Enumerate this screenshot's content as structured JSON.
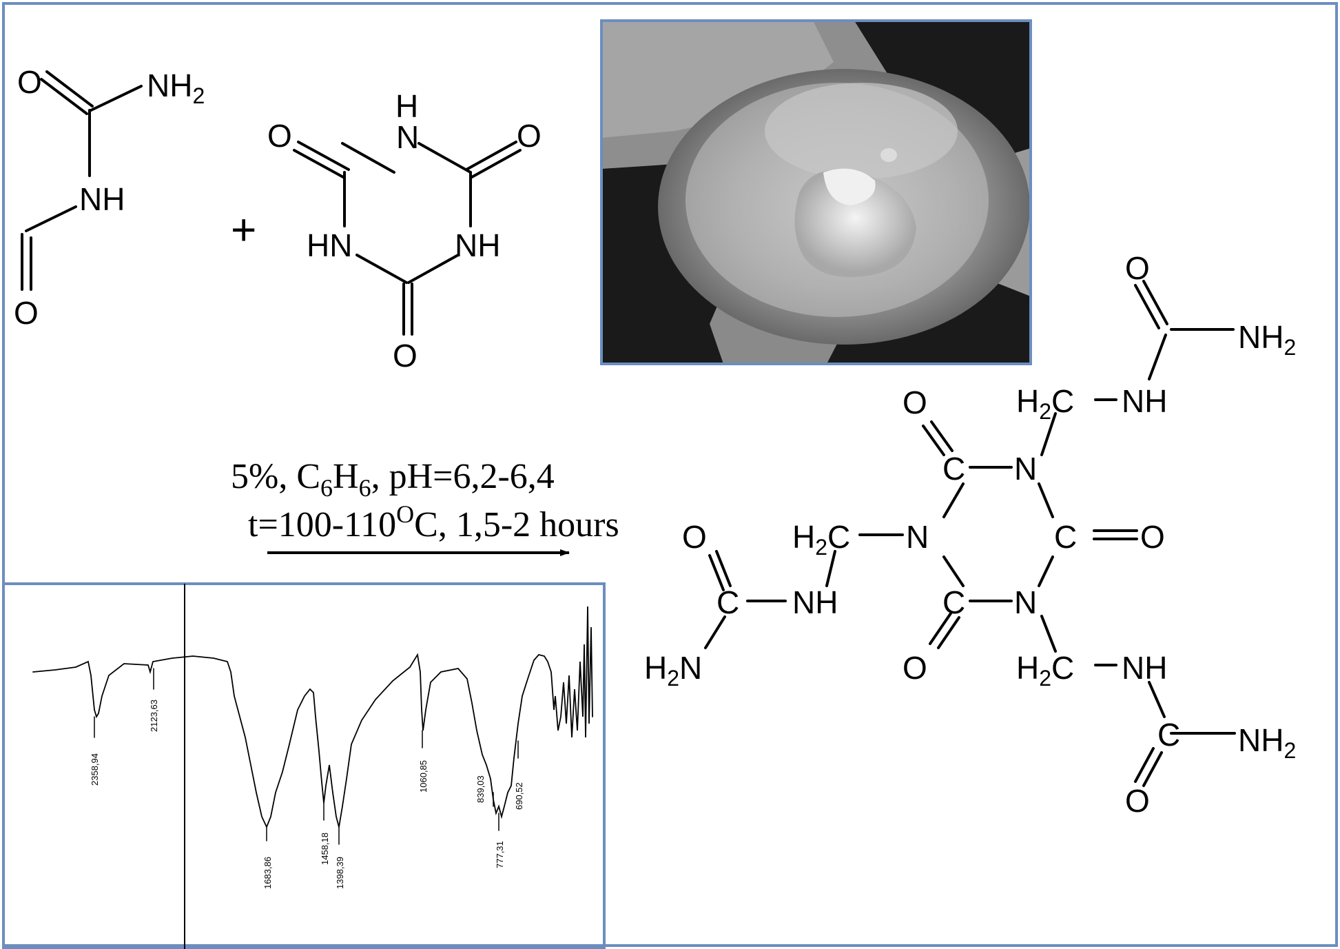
{
  "conditions": {
    "line1_a": "5%, C",
    "line1_sub1": "6",
    "line1_b": "H",
    "line1_sub2": "6",
    "line1_c": ", pH=6,2-6,4",
    "line2_a": "t=100-110",
    "line2_sup": "O",
    "line2_b": "C, 1,5-2 hours"
  },
  "reactant1": {
    "O_top": "O",
    "NH2": "NH",
    "NH2_sub": "2",
    "NH": "NH",
    "O_bottom": "O"
  },
  "plus": "+",
  "reactant2": {
    "H": "H",
    "N_top": "N",
    "O_left": "O",
    "O_right": "O",
    "HN": "HN",
    "NH": "NH",
    "O_bottom": "O"
  },
  "product": {
    "O_t1": "O",
    "NH2_t": "NH",
    "NH2_t_sub": "2",
    "H2C_t": "H",
    "H2C_t_sub": "2",
    "H2C_t_c": "C",
    "NH_t": "NH",
    "O_ring_top": "O",
    "C_ring_top": "C",
    "N_ring_top": "N",
    "H2C_m": "H",
    "H2C_m_sub": "2",
    "H2C_m_c": "C",
    "N_ring_left": "N",
    "C_ring_right": "C",
    "O_ring_right": "O",
    "O_left": "O",
    "C_left": "C",
    "NH_left": "NH",
    "C_ring_bottom": "C",
    "N_ring_bottom": "N",
    "H2N_left": "H",
    "H2N_left_sub": "2",
    "H2N_left_n": "N",
    "O_ring_bottom": "O",
    "H2C_b": "H",
    "H2C_b_sub": "2",
    "H2C_b_c": "C",
    "NH_b": "NH",
    "C_b": "C",
    "NH2_b": "NH",
    "NH2_b_sub": "2",
    "O_b": "O"
  },
  "ir_spectrum": {
    "peaks": [
      {
        "label": "2358,94"
      },
      {
        "label": "2123,63"
      },
      {
        "label": "1683,86"
      },
      {
        "label": "1458,18"
      },
      {
        "label": "1398,39"
      },
      {
        "label": "1060,85"
      },
      {
        "label": "839,03"
      },
      {
        "label": "777,31"
      },
      {
        "label": "690,52"
      }
    ]
  },
  "colors": {
    "frame": "#6c8ebf",
    "ink": "#000000"
  }
}
